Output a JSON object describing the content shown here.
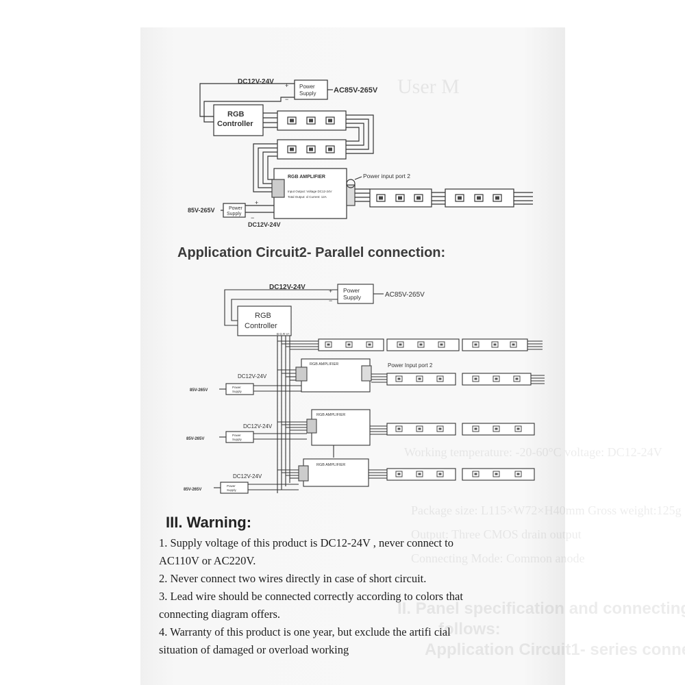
{
  "circuit1": {
    "top_voltage": "DC12V-24V",
    "plus": "+",
    "minus": "−",
    "power_supply_1": "Power",
    "power_supply_2": "Supply",
    "ac_input": "AC85V-265V",
    "controller_1": "RGB",
    "controller_2": "Controller",
    "amplifier_title": "RGB AMPLIFIER",
    "amp_line_1": "Input Output:  Voltage DC12-24V",
    "amp_line_2": "Total Output:  xl Current: 12A",
    "power_input_port": "Power input port 2",
    "bottom_ac": "85V-265V",
    "bottom_dc": "DC12V-24V"
  },
  "heading": "Application  Circuit2- Parallel connection:",
  "circuit2": {
    "top_voltage": "DC12V-24V",
    "ac_input": "AC85V-265V",
    "power_supply_1": "Power",
    "power_supply_2": "Supply",
    "controller_1": "RGB",
    "controller_2": "Controller",
    "controller_pins": "B G R V+",
    "amplifier_title": "RGB AMPLIFIER",
    "power_input_port": "Power Input port 2",
    "amp_dc": "DC12V-24V",
    "amp_ac": "85V-265V",
    "small_supply_1": "Power",
    "small_supply_2": "Supply"
  },
  "warning": {
    "title": "III. Warning:",
    "items": [
      "1. Supply voltage of this product is DC12-24V , never connect to",
      "AC110V or AC220V.",
      "2. Never connect two wires directly in case of short circuit.",
      "3. Lead wire should be connected correctly according to colors that",
      "connecting diagram offers.",
      "4. Warranty of this product is one year, but exclude the artifi cial",
      "situation of damaged or overload working"
    ]
  }
}
